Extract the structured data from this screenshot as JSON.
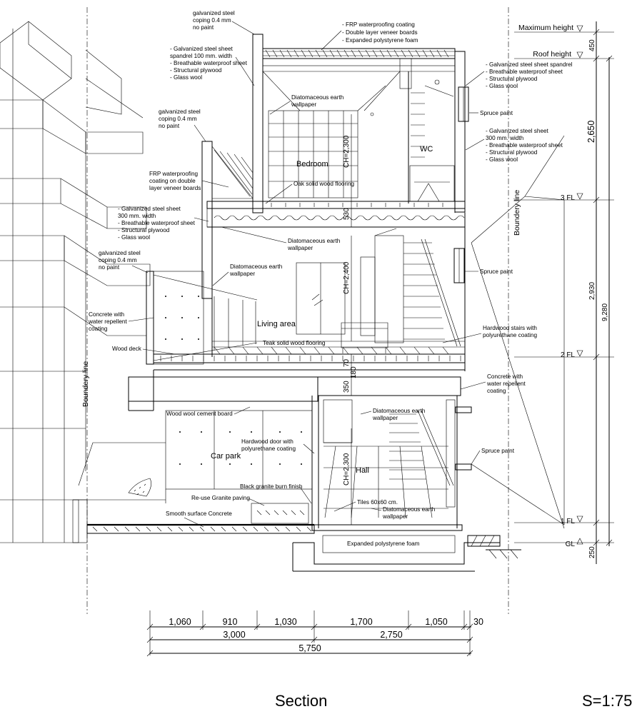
{
  "title": "Section",
  "scale": "S=1:75",
  "levels": [
    {
      "id": "max",
      "label": "Maximum height"
    },
    {
      "id": "roof",
      "label": "Roof height"
    },
    {
      "id": "fl3",
      "label": "3 FL"
    },
    {
      "id": "fl2",
      "label": "2 FL"
    },
    {
      "id": "fl1",
      "label": "1 FL"
    },
    {
      "id": "gl",
      "label": "GL"
    }
  ],
  "vertical_dims": {
    "d450": "450",
    "d2650": "2,650",
    "d2930": "2,930",
    "d9280": "9,280",
    "d250": "250"
  },
  "inner_dims": {
    "ch3": "CH=2,300",
    "d530": "530",
    "ch2": "CH=2,400",
    "d70": "70",
    "d180": "180",
    "d350": "350",
    "ch1": "CH=2,300"
  },
  "bottom_dims": {
    "row1": [
      "1,060",
      "910",
      "1,030",
      "1,700",
      "1,050",
      "30"
    ],
    "row2": [
      "3,000",
      "2,750"
    ],
    "row3": "5,750"
  },
  "rooms": {
    "bedroom": "Bedroom",
    "wc": "WC",
    "living": "Living  area",
    "carpark": "Car park",
    "hall": "Hall"
  },
  "boundary": {
    "left": "Boundery line",
    "right": "Boundery line"
  },
  "annotations": {
    "coping_top": [
      "galvanized steel",
      "coping 0.4 mm",
      "no paint"
    ],
    "frp_roof": [
      "- FRP waterproofing coating",
      "- Double layer veneer boards",
      "- Expanded polystyrene foam"
    ],
    "spandrel_left": [
      "- Galvanized steel sheet",
      "  spandrel 100 mm. width",
      "- Breathable waterproof sheet",
      "- Structural plywood",
      "- Glass wool"
    ],
    "spandrel_right": [
      "- Galvanized steel sheet spandrel",
      "- Breathable waterproof sheet",
      "- Structural plywood",
      "- Glass wool"
    ],
    "diatom_bed": [
      "Diatomaceous earth",
      "wallpaper"
    ],
    "spruce1": "Spruce paint",
    "coping_mid": [
      "galvanized steel",
      "coping 0.4 mm",
      "no paint"
    ],
    "sheet300_right": [
      "- Galvanized steel sheet",
      "  300 mm. width",
      "- Breathable waterproof sheet",
      "- Structural plywood",
      "- Glass wool"
    ],
    "frp_balcony": [
      "FRP waterproofing",
      "coating on double",
      "layer veneer boards"
    ],
    "oak": "Oak solid wood flooring",
    "sheet300_left": [
      "- Galvanized steel sheet",
      "  300 mm. width",
      "- Breathable waterproof sheet",
      "- Structural plywood",
      "- Glass wool"
    ],
    "diatom_ceiling": [
      "Diatomaceous earth",
      "wallpaper"
    ],
    "coping_low": [
      "galvanized steel",
      "coping 0.4 mm",
      "no paint"
    ],
    "diatom_living": [
      "Diatomaceous earth",
      "wallpaper"
    ],
    "spruce2": "Spruce paint",
    "concrete_left": [
      "Concrete with",
      "water repellent",
      "coating"
    ],
    "hardwood_stairs": [
      "Hardwood stairs with",
      "polyurethane coating"
    ],
    "wood_deck": "Wood deck",
    "teak": "Teak solid wood flooring",
    "concrete_right": [
      "Concrete with",
      "water repellent",
      "coating"
    ],
    "wood_wool": "Wood wool cement board",
    "diatom_hall": [
      "Diatomaceous earth",
      "wallpaper"
    ],
    "hardwood_door": [
      "Hardwood door with",
      "polyurethane coating"
    ],
    "spruce3": "Spruce paint",
    "granite_burn": "Black granite burn finish",
    "reuse_granite": "Re-use Granite paving",
    "tiles": "Tiles 60x60 cm.",
    "smooth_concrete": "Smooth surface Concrete",
    "diatom_floor": [
      "Diatomaceous earth",
      "wallpaper"
    ],
    "eps": "Expanded polystyrene foam"
  }
}
